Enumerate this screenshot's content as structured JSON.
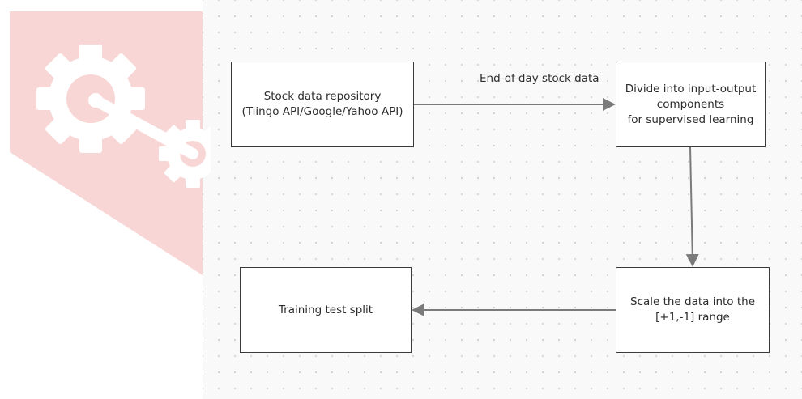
{
  "nodes": {
    "stock_repo": "Stock data repository\n(Tiingo API/Google/Yahoo API)",
    "divide": "Divide into input-output\ncomponents\n for supervised learning",
    "scale": "Scale the data into the\n[+1,-1] range",
    "training": "Training test split"
  },
  "edges": {
    "eod_label": "End-of-day stock data"
  },
  "colors": {
    "logo": "#f9d6d6",
    "stroke": "#7a7a7a",
    "box_border": "#3a3a3a",
    "canvas_bg": "#f9f9fa"
  }
}
